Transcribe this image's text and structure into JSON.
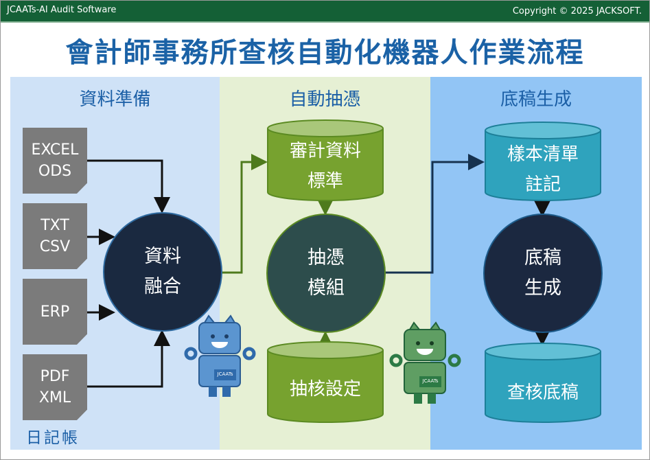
{
  "header": {
    "app_name": "JCAATs-AI Audit Software",
    "copyright": "Copyright © 2025 JACKSOFT."
  },
  "title": "會計師事務所查核自動化機器人作業流程",
  "columns": [
    {
      "label": "資料準備"
    },
    {
      "label": "自動抽憑"
    },
    {
      "label": "底稿生成"
    }
  ],
  "sources": [
    {
      "line1": "EXCEL",
      "line2": "ODS"
    },
    {
      "line1": "TXT",
      "line2": "CSV"
    },
    {
      "line1": "ERP",
      "line2": ""
    },
    {
      "line1": "PDF",
      "line2": "XML"
    }
  ],
  "journal_label": "日記帳",
  "nodes": {
    "merge": {
      "line1": "資料",
      "line2": "融合"
    },
    "standard": {
      "line1": "審計資料",
      "line2": "標準"
    },
    "sampling": {
      "line1": "抽憑",
      "line2": "模組"
    },
    "settings": {
      "line1": "抽核設定"
    },
    "annotate": {
      "line1": "樣本清單",
      "line2": "註記"
    },
    "generate": {
      "line1": "底稿",
      "line2": "生成"
    },
    "workpaper": {
      "line1": "查核底稿"
    }
  },
  "robot_badge": "JCAATs",
  "colors": {
    "header": "#146036",
    "title": "#1b62a6",
    "col1": "#cfe2f7",
    "col2": "#e6f0d4",
    "col3": "#92c5f5",
    "green_cyl": "#77a22f",
    "blue_cyl": "#2fa3bd"
  }
}
